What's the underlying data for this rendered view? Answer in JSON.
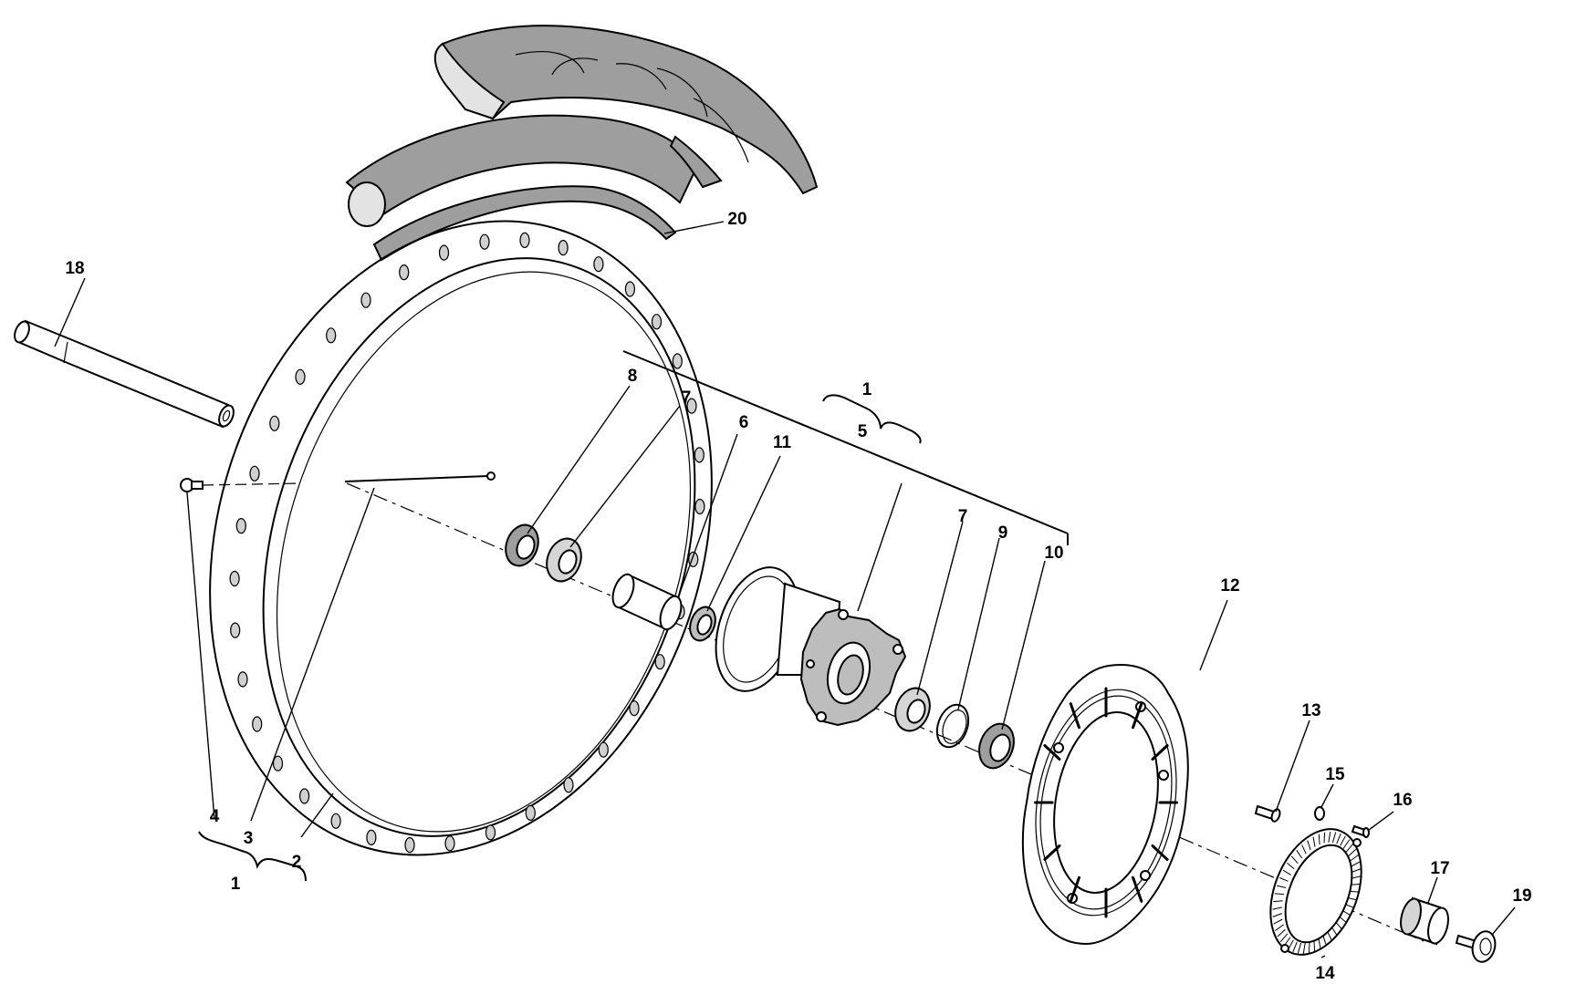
{
  "diagram": {
    "colors": {
      "tire_fill": "#9e9e9e",
      "tire_inner": "#e3e3e3",
      "rim_hole_fill": "#d0d0d0",
      "metal_gray": "#bdbdbd",
      "line": "#000000",
      "background": "#ffffff"
    },
    "labels": {
      "l1_top": "1",
      "l1_bottom": "1",
      "l2": "2",
      "l3": "3",
      "l4": "4",
      "l5": "5",
      "l6": "6",
      "l7_left": "7",
      "l7_right": "7",
      "l8": "8",
      "l9": "9",
      "l10": "10",
      "l11": "11",
      "l12": "12",
      "l13": "13",
      "l14": "14",
      "l15": "15",
      "l16": "16",
      "l17": "17",
      "l18": "18",
      "l19": "19",
      "l20": "20"
    },
    "parts": [
      {
        "id": "tire",
        "icon": "tire-icon"
      },
      {
        "id": "inner-tube",
        "icon": "inner-tube-icon"
      },
      {
        "id": "rim-tape",
        "icon": "rim-tape-icon"
      },
      {
        "id": "rim",
        "icon": "rim-icon"
      },
      {
        "id": "axle",
        "icon": "axle-icon"
      },
      {
        "id": "valve",
        "icon": "valve-icon"
      },
      {
        "id": "spoke",
        "icon": "spoke-icon"
      },
      {
        "id": "hub",
        "icon": "hub-icon"
      },
      {
        "id": "brake-disc",
        "icon": "brake-disc-icon"
      },
      {
        "id": "tone-wheel",
        "icon": "tone-wheel-icon"
      },
      {
        "id": "spacer",
        "icon": "spacer-icon"
      },
      {
        "id": "bolt",
        "icon": "bolt-icon"
      }
    ]
  }
}
